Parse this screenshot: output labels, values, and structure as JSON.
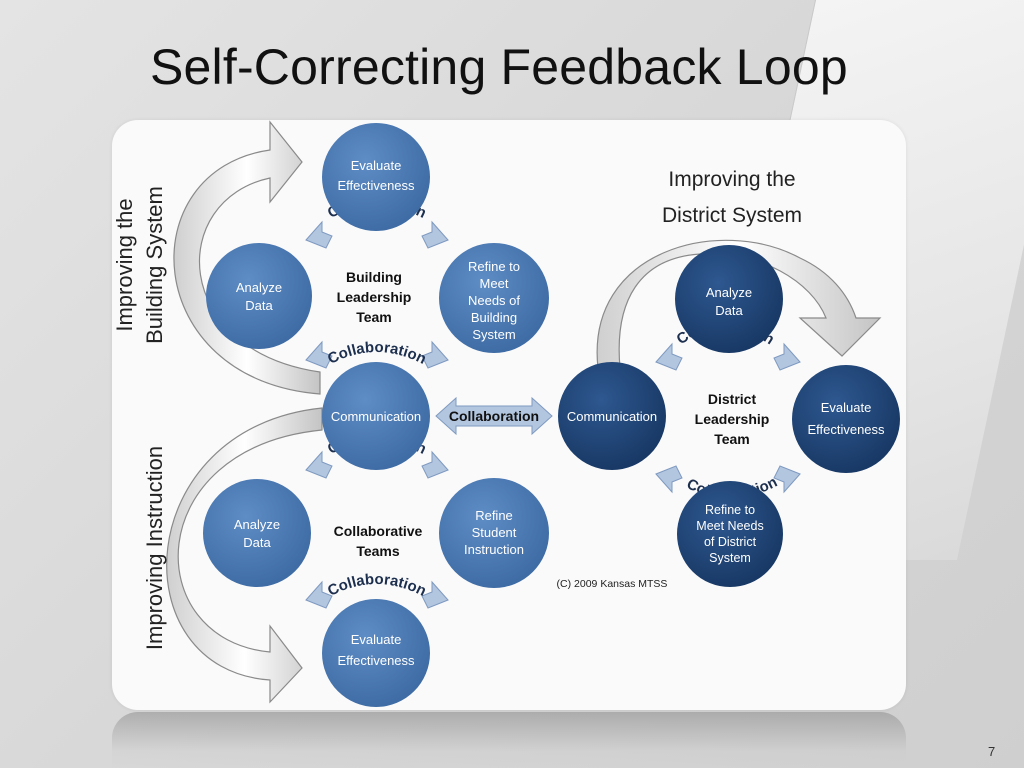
{
  "slide": {
    "title": "Self-Correcting Feedback Loop",
    "page_number": "7"
  },
  "diagram": {
    "building": {
      "side_label_line1": "Improving the",
      "side_label_line2": "Building System",
      "center_line1": "Building",
      "center_line2": "Leadership",
      "center_line3": "Team",
      "evaluate_line1": "Evaluate",
      "evaluate_line2": "Effectiveness",
      "analyze_line1": "Analyze",
      "analyze_line2": "Data",
      "refine_line1": "Refine to",
      "refine_line2": "Meet",
      "refine_line3": "Needs of",
      "refine_line4": "Building",
      "refine_line5": "System"
    },
    "shared": {
      "communication": "Communication",
      "collaboration_word": "Collaboration"
    },
    "instruction": {
      "side_label": "Improving Instruction",
      "center_line1": "Collaborative",
      "center_line2": "Teams",
      "analyze_line1": "Analyze",
      "analyze_line2": "Data",
      "refine_line1": "Refine",
      "refine_line2": "Student",
      "refine_line3": "Instruction",
      "evaluate_line1": "Evaluate",
      "evaluate_line2": "Effectiveness"
    },
    "district": {
      "heading_line1": "Improving the",
      "heading_line2": "District System",
      "center_line1": "District",
      "center_line2": "Leadership",
      "center_line3": "Team",
      "analyze_line1": "Analyze",
      "analyze_line2": "Data",
      "evaluate_line1": "Evaluate",
      "evaluate_line2": "Effectiveness",
      "communication": "Communication",
      "refine_line1": "Refine to",
      "refine_line2": "Meet Needs",
      "refine_line3": "of District",
      "refine_line4": "System"
    },
    "copyright": "(C) 2009 Kansas MTSS"
  },
  "colors": {
    "light_blue": "#4a79b2",
    "dark_blue": "#1f4476",
    "arrow_fill": "#a9bedb"
  }
}
